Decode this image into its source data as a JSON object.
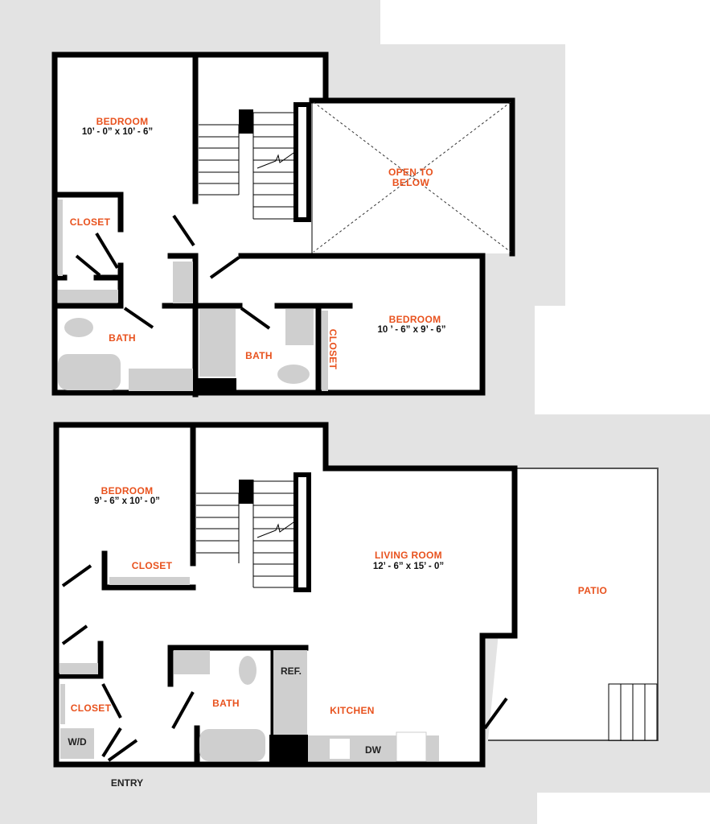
{
  "upper_floor": {
    "bedroom_1": {
      "label": "BEDROOM",
      "size": "10’ - 0” x 10’ - 6”"
    },
    "closet_1": {
      "label": "CLOSET"
    },
    "bath_1": {
      "label": "BATH"
    },
    "bath_2": {
      "label": "BATH"
    },
    "closet_2": {
      "label": "CLOSET"
    },
    "bedroom_2": {
      "label": "BEDROOM",
      "size": "10 ’ - 6” x 9’ - 6”"
    },
    "open_to_below": {
      "line1": "OPEN TO",
      "line2": "BELOW"
    }
  },
  "lower_floor": {
    "bedroom": {
      "label": "BEDROOM",
      "size": "9’ - 6” x 10’ - 0”"
    },
    "closet_1": {
      "label": "CLOSET"
    },
    "living_room": {
      "label": "LIVING ROOM",
      "size": "12’ - 6” x 15’ - 0”"
    },
    "patio": {
      "label": "PATIO"
    },
    "bath": {
      "label": "BATH"
    },
    "kitchen": {
      "label": "KITCHEN"
    },
    "ref": {
      "label": "REF."
    },
    "dw": {
      "label": "DW"
    },
    "closet_2": {
      "label": "CLOSET"
    },
    "wd": {
      "label": "W/D"
    },
    "entry": {
      "label": "ENTRY"
    }
  },
  "colors": {
    "label": "#e8521e",
    "background": "#e3e3e3",
    "wall": "#000000",
    "fixture": "#cfcfcf"
  }
}
